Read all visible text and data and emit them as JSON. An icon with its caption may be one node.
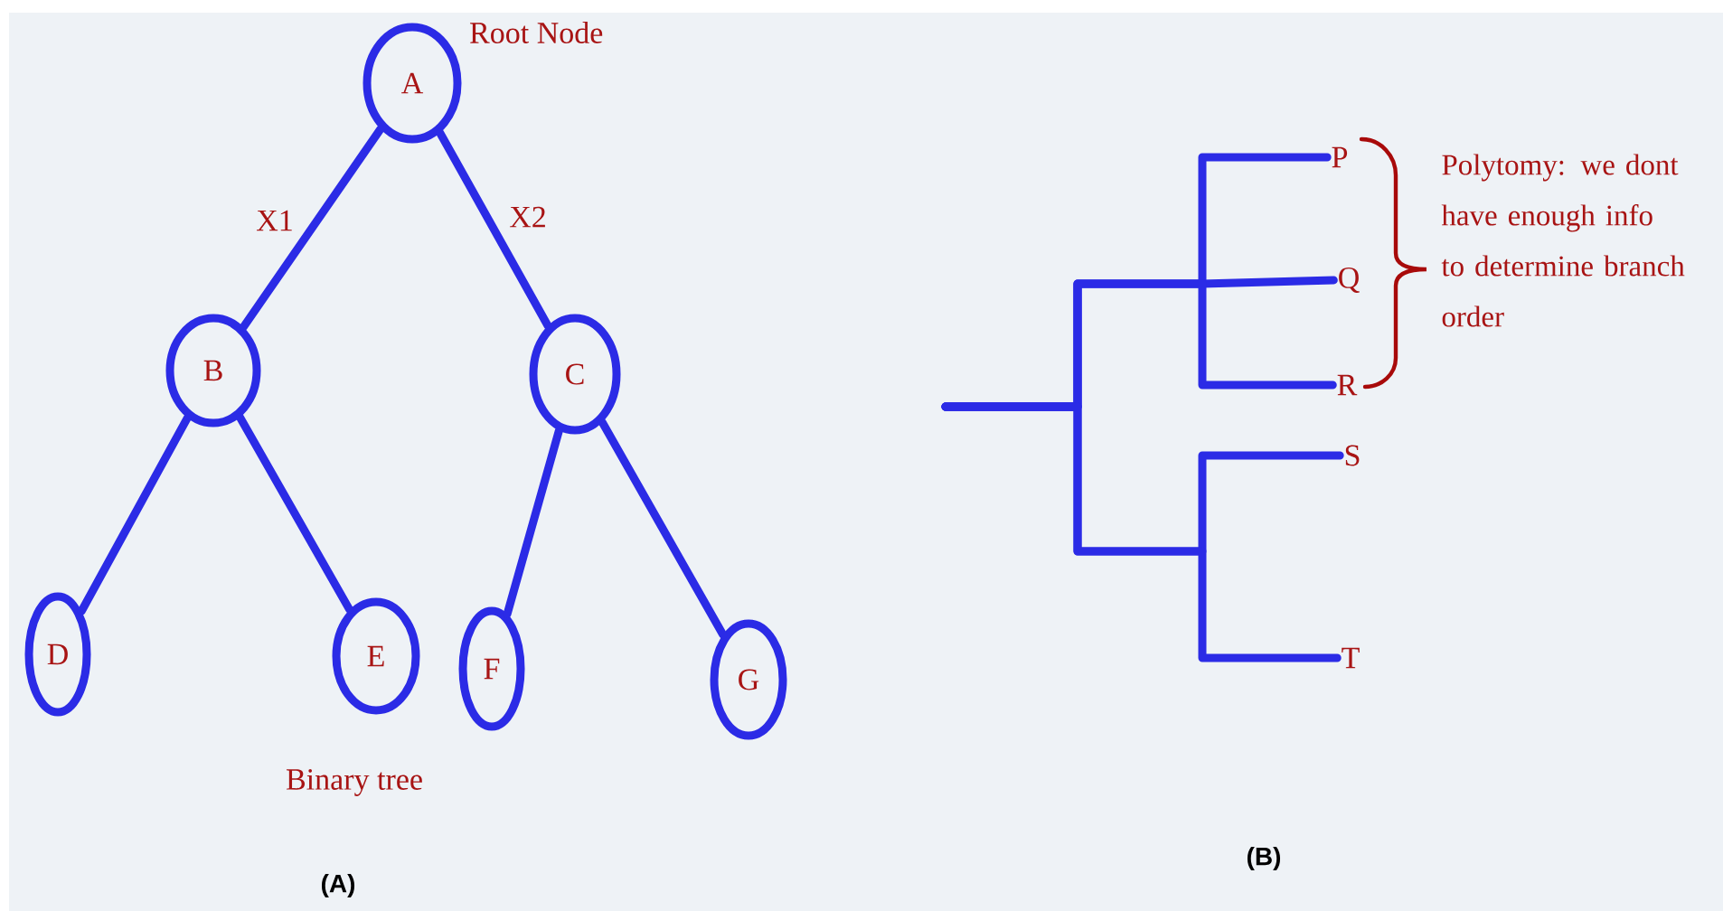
{
  "diagram": {
    "nodes": [
      {
        "text": [
          "A"
        ],
        "beside": [
          "Root Node"
        ]
      },
      {
        "text": [
          "B"
        ]
      },
      {
        "text": [
          "C"
        ]
      },
      {
        "text": [
          "D"
        ]
      },
      {
        "text": [
          "E"
        ]
      },
      {
        "text": [
          "F"
        ]
      },
      {
        "text": [
          "G"
        ]
      },
      {
        "text": [
          "P"
        ]
      },
      {
        "text": [
          "Q"
        ]
      },
      {
        "text": [
          "R"
        ]
      },
      {
        "text": [
          "S"
        ]
      },
      {
        "text": [
          "T"
        ]
      }
    ],
    "edges": [
      {
        "from": 0,
        "to": 1,
        "arrow": "none",
        "label": "X1"
      },
      {
        "from": 0,
        "to": 2,
        "arrow": "none",
        "label": "X2"
      },
      {
        "from": 1,
        "to": 3,
        "arrow": "none"
      },
      {
        "from": 1,
        "to": 4,
        "arrow": "none"
      },
      {
        "from": 2,
        "to": 5,
        "arrow": "none"
      },
      {
        "from": 2,
        "to": 6,
        "arrow": "none"
      },
      {
        "from": null,
        "to": 7,
        "arrow": "none"
      },
      {
        "from": null,
        "to": 8,
        "arrow": "none"
      },
      {
        "from": null,
        "to": 9,
        "arrow": "none"
      },
      {
        "from": null,
        "to": 10,
        "arrow": "none"
      },
      {
        "from": null,
        "to": 11,
        "arrow": "none"
      }
    ],
    "labels": [
      "Polytomy: we dont have enough info to determine branch order",
      "Binary tree",
      "(B)",
      "(A)"
    ]
  }
}
